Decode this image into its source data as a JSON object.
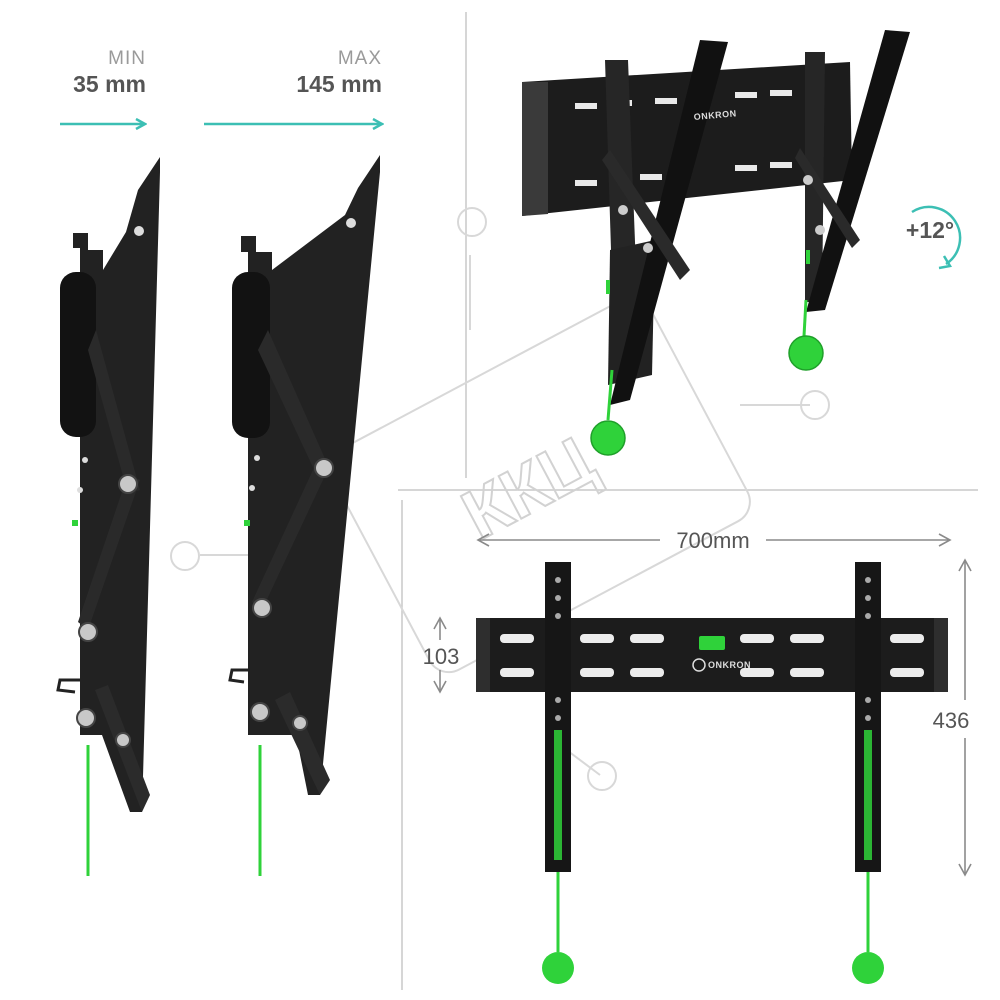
{
  "labels": {
    "min_caption": "MIN",
    "min_value": "35 mm",
    "max_caption": "MAX",
    "max_value": "145 mm",
    "tilt": "+12°",
    "width_dim": "700mm",
    "rail_height_dim": "103",
    "total_height_dim": "436",
    "brand": "ONKRON",
    "watermark": "ККЦ"
  },
  "colors": {
    "accent_teal": "#3cbfb4",
    "metal_black": "#1e1e1e",
    "pull_cord_green": "#2fd23a",
    "guide_gray": "#c8c8c8",
    "text_gray": "#555555"
  }
}
